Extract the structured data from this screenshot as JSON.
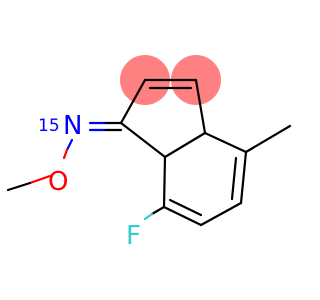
{
  "molecule": {
    "atoms": {
      "nitrogen": {
        "isotope": "15",
        "symbol": "N"
      },
      "oxygen": {
        "symbol": "O"
      },
      "fluorine": {
        "symbol": "F"
      }
    },
    "colors": {
      "nitrogen": "#0000ff",
      "oxygen": "#ff0000",
      "fluorine": "#33cccc",
      "bond": "#000000",
      "highlight": "#ff8080"
    }
  }
}
